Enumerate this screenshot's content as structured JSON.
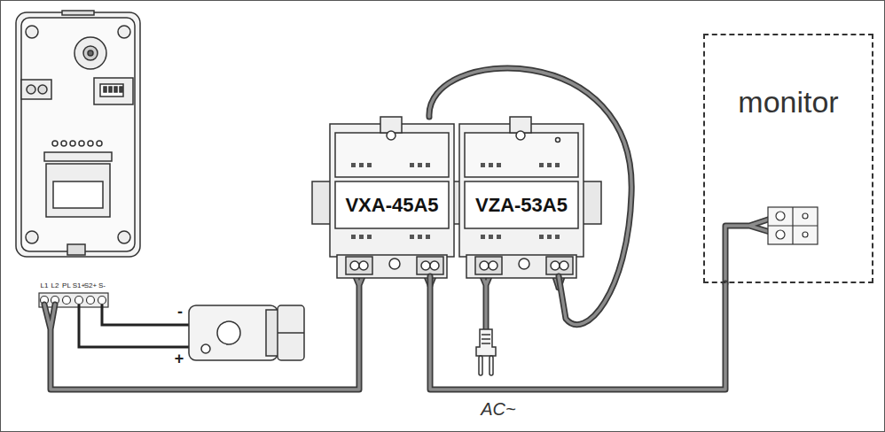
{
  "diagram": {
    "nodes": [
      {
        "text": [
          "VXA-45A5"
        ]
      },
      {
        "text": [
          "VZA-53A5"
        ]
      },
      {
        "text": [
          "monitor"
        ]
      }
    ],
    "edges": [
      {
        "from": 0,
        "to": 1,
        "arrow": "none"
      },
      {
        "from": 0,
        "to": 2,
        "arrow": "none"
      }
    ],
    "labels": [
      "L1",
      "L2",
      "PL",
      "S1+",
      "S2+",
      "S-",
      "-",
      "+",
      "AC~"
    ]
  }
}
